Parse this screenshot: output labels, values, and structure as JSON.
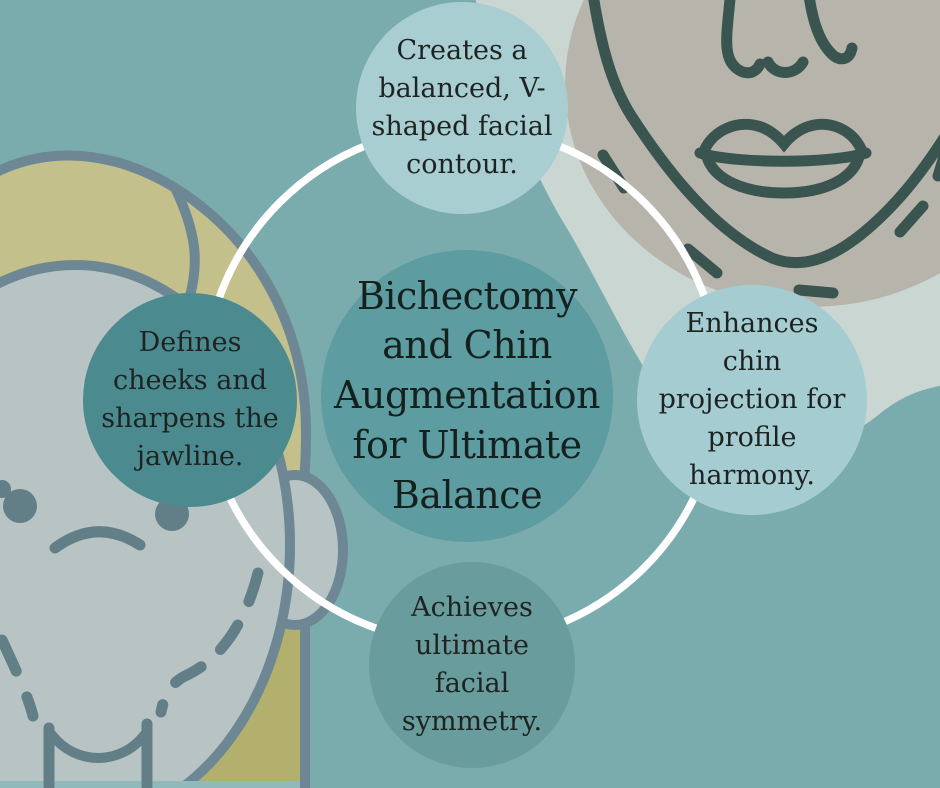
{
  "title_card": {
    "title": "Bichectomy\nand Chin\nAugmentation\nfor Ultimate\nBalance"
  },
  "benefits": {
    "top": "Creates a\nbalanced, V-\nshaped facial\ncontour.",
    "right": "Enhances\nchin\nprojection for\nprofile\nharmony.",
    "bottom": "Achieves\nultimate\nfacial\nsymmetry.",
    "left": "Defines\ncheeks and\nsharpens the\njawline."
  },
  "palette": {
    "background": "#7bacad",
    "center_circle": "#5d9ca1",
    "top_circle": "#a8ced2",
    "right_circle": "#a5cdd1",
    "left_circle": "#4b8b90",
    "bottom_circle": "#699c9c",
    "connector_ring": "#ffffff",
    "body_text": "#1e2321",
    "title_text": "#14211e",
    "line_art": "#3a5550",
    "hair": "#c3c08b",
    "skin": "#b8c4c3",
    "gray_blob": "#b7b5ab",
    "sage_blob": "#c9d6d2"
  },
  "icons": {
    "left_illustration": "female-face-with-surgical-markings-icon",
    "top_right_illustration": "lower-face-chin-outline-icon"
  }
}
